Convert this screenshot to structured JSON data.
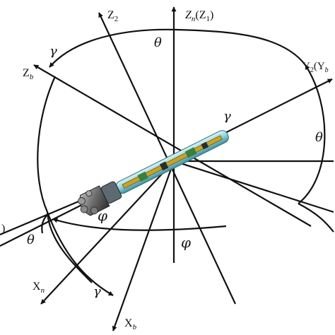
{
  "diagram": {
    "axes": {
      "zn_main": "Z",
      "zn_sub": "n",
      "zn_paren": "(Z",
      "zn_paren_sub": "1",
      "zn_close": ")",
      "z2_main": "Z",
      "z2_sub": "2",
      "zb_main": "Z",
      "zb_sub": "b",
      "y2_main": "Y",
      "y2_sub": "2",
      "y2_paren": "(Y",
      "y2_paren_sub": "b",
      "xn_main": "X",
      "xn_sub": "n",
      "xb_main": "X",
      "xb_sub": "b",
      "left_edge": ")"
    },
    "angles": {
      "theta_top": "θ",
      "theta_right": "θ",
      "theta_left": "θ",
      "gamma_topleft": "γ",
      "gamma_tool": "γ",
      "gamma_bottom": "γ",
      "phi_center": "φ",
      "phi_bottom": "φ"
    }
  }
}
